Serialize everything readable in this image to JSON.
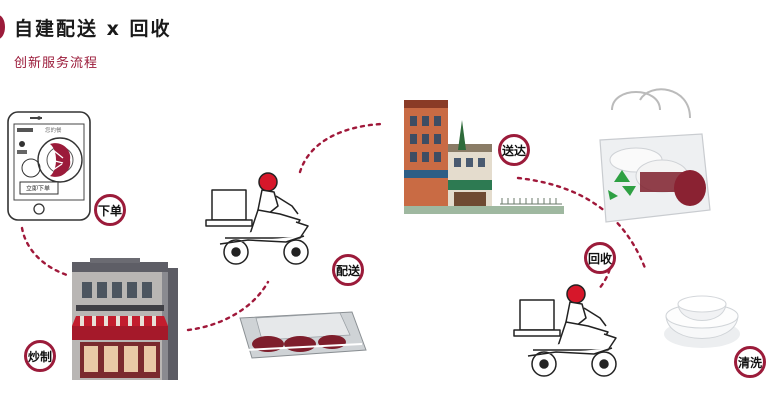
{
  "header": {
    "title": "自建配送 x 回收",
    "subtitle": "创新服务流程"
  },
  "phone": {
    "header_text": "您的餐",
    "order_button": "立即下单"
  },
  "steps": [
    {
      "label": "下单"
    },
    {
      "label": "炒制"
    },
    {
      "label": "配送"
    },
    {
      "label": "送达"
    },
    {
      "label": "回收"
    },
    {
      "label": "清洗"
    }
  ],
  "colors": {
    "accent": "#9b1b3a",
    "dash": "#a0183a"
  }
}
